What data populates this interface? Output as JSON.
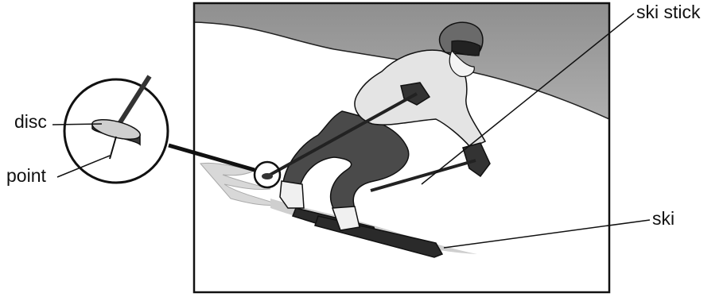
{
  "labels": {
    "disc": "disc",
    "point": "point",
    "ski_stick": "ski stick",
    "ski": "ski"
  },
  "colors": {
    "sky_top": "#9e9e9e",
    "snow": "#ffffff",
    "jacket": "#e4e4e4",
    "pants": "#4a4a4a",
    "dark": "#1e1e1e",
    "outline": "#111111"
  }
}
